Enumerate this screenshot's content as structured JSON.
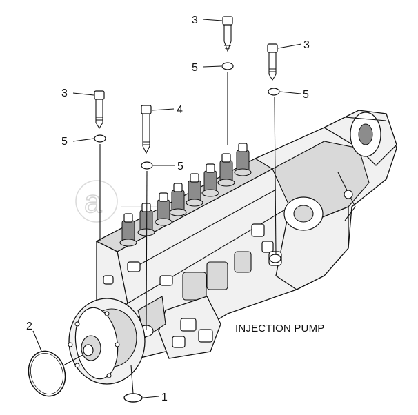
{
  "diagram": {
    "caption": "INJECTION PUMP",
    "watermark": "a",
    "callouts": {
      "bolt_top_center": "3",
      "bolt_top_right": "3",
      "bolt_left": "3",
      "bolt_long": "4",
      "washer_top_center": "5",
      "washer_top_right": "5",
      "washer_left": "5",
      "washer_long": "5",
      "o_ring_large": "2",
      "o_ring_small": "1"
    }
  }
}
